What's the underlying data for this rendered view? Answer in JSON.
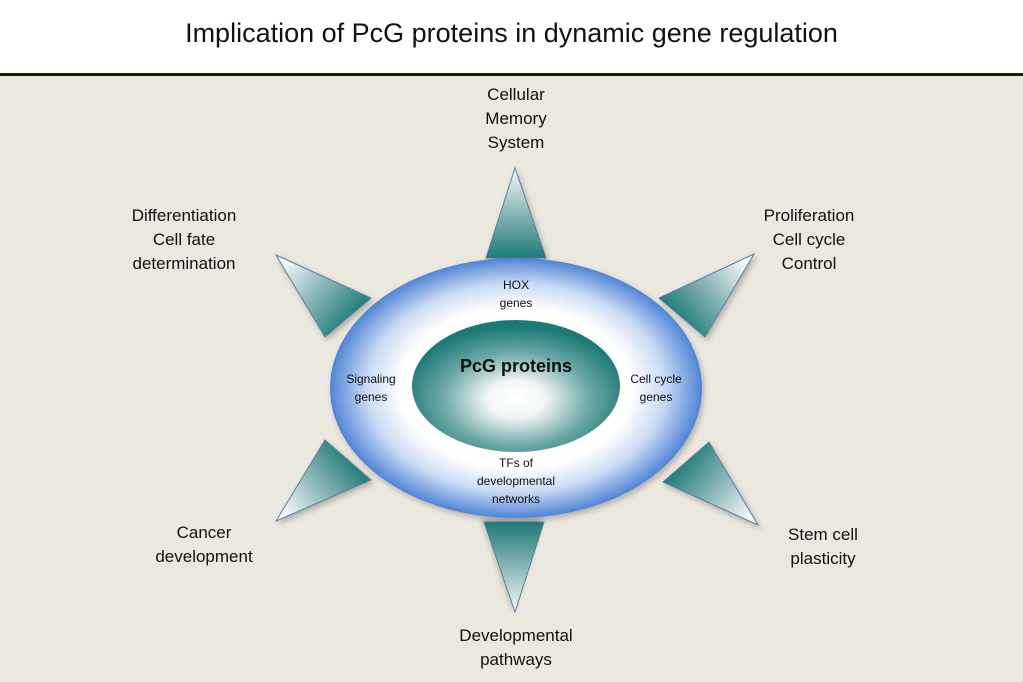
{
  "title": "Implication of PcG proteins in dynamic gene regulation",
  "colors": {
    "background": "#ebe8df",
    "header_bg": "#ffffff",
    "rule": "#1a1a1a",
    "outer_ring_edge": "#4f84d6",
    "outer_ring_center": "#ffffff",
    "core_edge": "#1c7a76",
    "core_center": "#ffffff",
    "arrow_dark": "#1c7a76",
    "arrow_light": "#f4f8fb",
    "arrow_stroke": "#5a7fa0"
  },
  "core": {
    "label": "PcG proteins"
  },
  "ring_labels": {
    "top": "HOX\ngenes",
    "left": "Signaling\ngenes",
    "right": "Cell cycle\ngenes",
    "bottom": "TFs of\ndevelopmental\nnetworks"
  },
  "outcomes": {
    "top": "Cellular\nMemory\nSystem",
    "top_left": "Differentiation\nCell fate\ndetermination",
    "top_right": "Proliferation\nCell cycle\nControl",
    "bottom_left": "Cancer\ndevelopment",
    "bottom_right": "Stem cell\nplasticity",
    "bottom": "Developmental\npathways"
  }
}
